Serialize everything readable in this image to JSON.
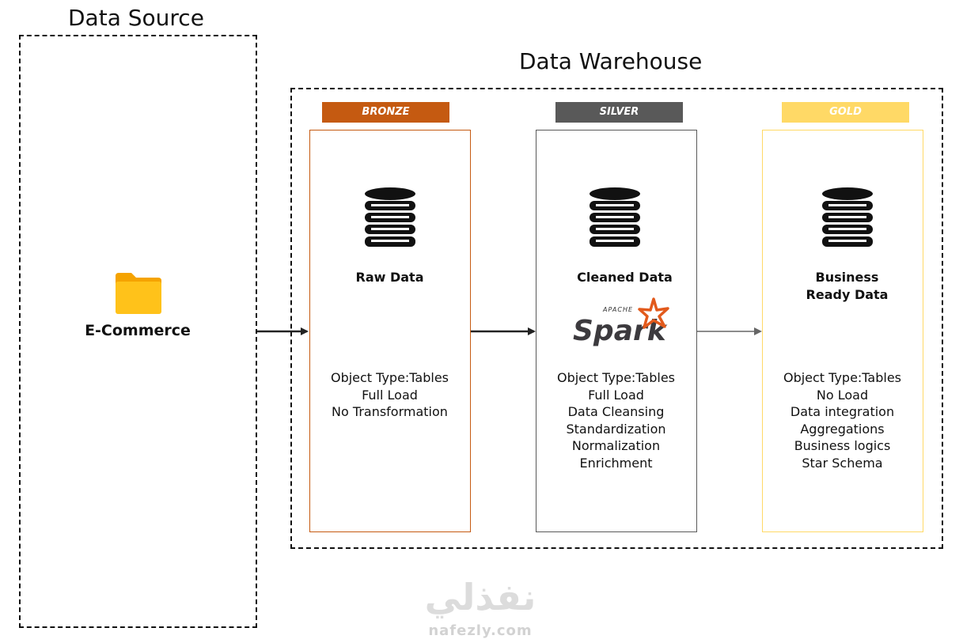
{
  "data_source": {
    "title": "Data Source",
    "item": {
      "label": "E-Commerce",
      "icon": "folder-icon"
    }
  },
  "warehouse": {
    "title": "Data Warehouse",
    "layers": [
      {
        "tag": "BRONZE",
        "tag_color": "#c55a11",
        "border_color": "#c55a11",
        "tag_text_color": "#ffffff",
        "title_lines": [
          "Raw Data"
        ],
        "icon": "database-icon",
        "properties": [
          "Object Type:Tables",
          "Full Load",
          "No Transformation"
        ]
      },
      {
        "tag": "SILVER",
        "tag_color": "#595959",
        "border_color": "#595959",
        "tag_text_color": "#ffffff",
        "title_lines": [
          "Cleaned Data"
        ],
        "icon": "database-icon",
        "logo": {
          "name": "apache-spark-logo",
          "small_text": "APACHE",
          "main_text": "Spark"
        },
        "properties": [
          "Object Type:Tables",
          "Full Load",
          "Data Cleansing",
          "Standardization",
          "Normalization",
          "Enrichment"
        ]
      },
      {
        "tag": "GOLD",
        "tag_color": "#ffd966",
        "border_color": "#ffd966",
        "tag_text_color": "#ffffff",
        "title_lines": [
          "Business",
          "Ready Data"
        ],
        "icon": "database-icon",
        "properties": [
          "Object Type:Tables",
          "No Load",
          "Data integration",
          "Aggregations",
          "Business logics",
          "Star Schema"
        ]
      }
    ]
  },
  "watermark": {
    "arabic": "نفذلي",
    "latin": "nafezly.com"
  }
}
